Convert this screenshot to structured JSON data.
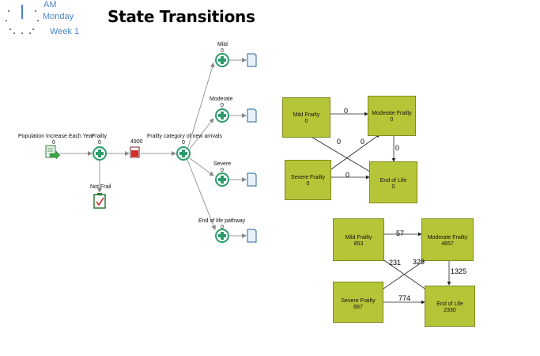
{
  "clock": {
    "ampm": "AM",
    "day": "Monday",
    "week": "Week 1"
  },
  "title": "State Transitions",
  "flow": {
    "source": {
      "label": "Population Increase Each Year",
      "value": "0"
    },
    "frailty": {
      "label": "Frailty",
      "value": "0"
    },
    "not_frail": {
      "label": "Not Frail"
    },
    "queue": {
      "value": "4900"
    },
    "category": {
      "label": "Frailty category of new arrivals",
      "value": "0"
    },
    "branches": [
      {
        "label": "Mild",
        "value": "0"
      },
      {
        "label": "Moderate",
        "value": "0"
      },
      {
        "label": "Severe",
        "value": "0"
      },
      {
        "label": "End of life pathway",
        "value": "0"
      }
    ]
  },
  "matrix_top": {
    "boxes": {
      "mild": {
        "name": "Mild Frailty",
        "value": "0"
      },
      "moderate": {
        "name": "Moderate Frailty",
        "value": "0"
      },
      "severe": {
        "name": "Severe Frailty",
        "value": "0"
      },
      "eol": {
        "name": "End of Life",
        "value": "0"
      }
    },
    "flows": {
      "mild_moderate": "0",
      "moderate_eol": "0",
      "mild_eol": "0",
      "severe_moderate": "0",
      "severe_eol": "0"
    }
  },
  "matrix_bottom": {
    "boxes": {
      "mild": {
        "name": "Mild Frailty",
        "value": "853"
      },
      "moderate": {
        "name": "Moderate Frailty",
        "value": "4657"
      },
      "severe": {
        "name": "Severe Frailty",
        "value": "687"
      },
      "eol": {
        "name": "End of Life",
        "value": "2330"
      }
    },
    "flows": {
      "mild_moderate": "57",
      "moderate_eol": "1325",
      "mild_eol": "231",
      "severe_moderate": "329",
      "severe_eol": "774"
    }
  },
  "colors": {
    "box_fill": "#b6c537",
    "box_border": "#7f8a22",
    "plus_green": "#2a9d6a",
    "queue_red": "#d42b2b",
    "clock_blue": "#4a86c8"
  }
}
